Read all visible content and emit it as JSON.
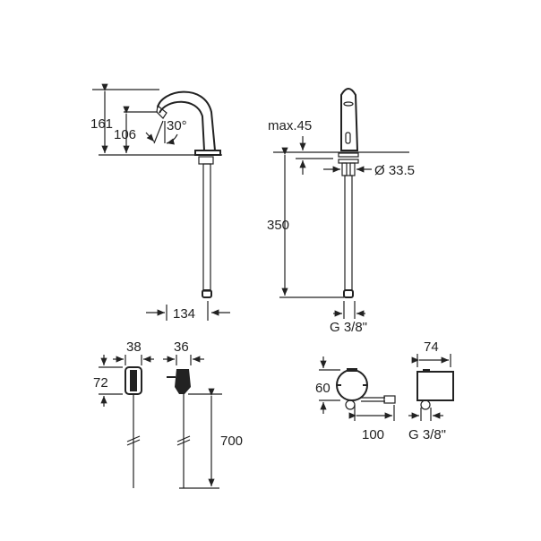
{
  "drawing": {
    "front_view": {
      "height_total": "161",
      "height_outlet": "106",
      "spray_angle": "30°",
      "projection": "134"
    },
    "side_view": {
      "max_deck": "max.45",
      "hose_length": "350",
      "hole_diameter": "Ø 33.5",
      "connection": "G 3/8\""
    },
    "sensor_a": {
      "width": "38",
      "height": "72"
    },
    "sensor_b": {
      "width": "36",
      "cable_length": "700"
    },
    "valve": {
      "height": "60",
      "offset": "100"
    },
    "box": {
      "width": "74",
      "connection": "G 3/8\""
    }
  }
}
